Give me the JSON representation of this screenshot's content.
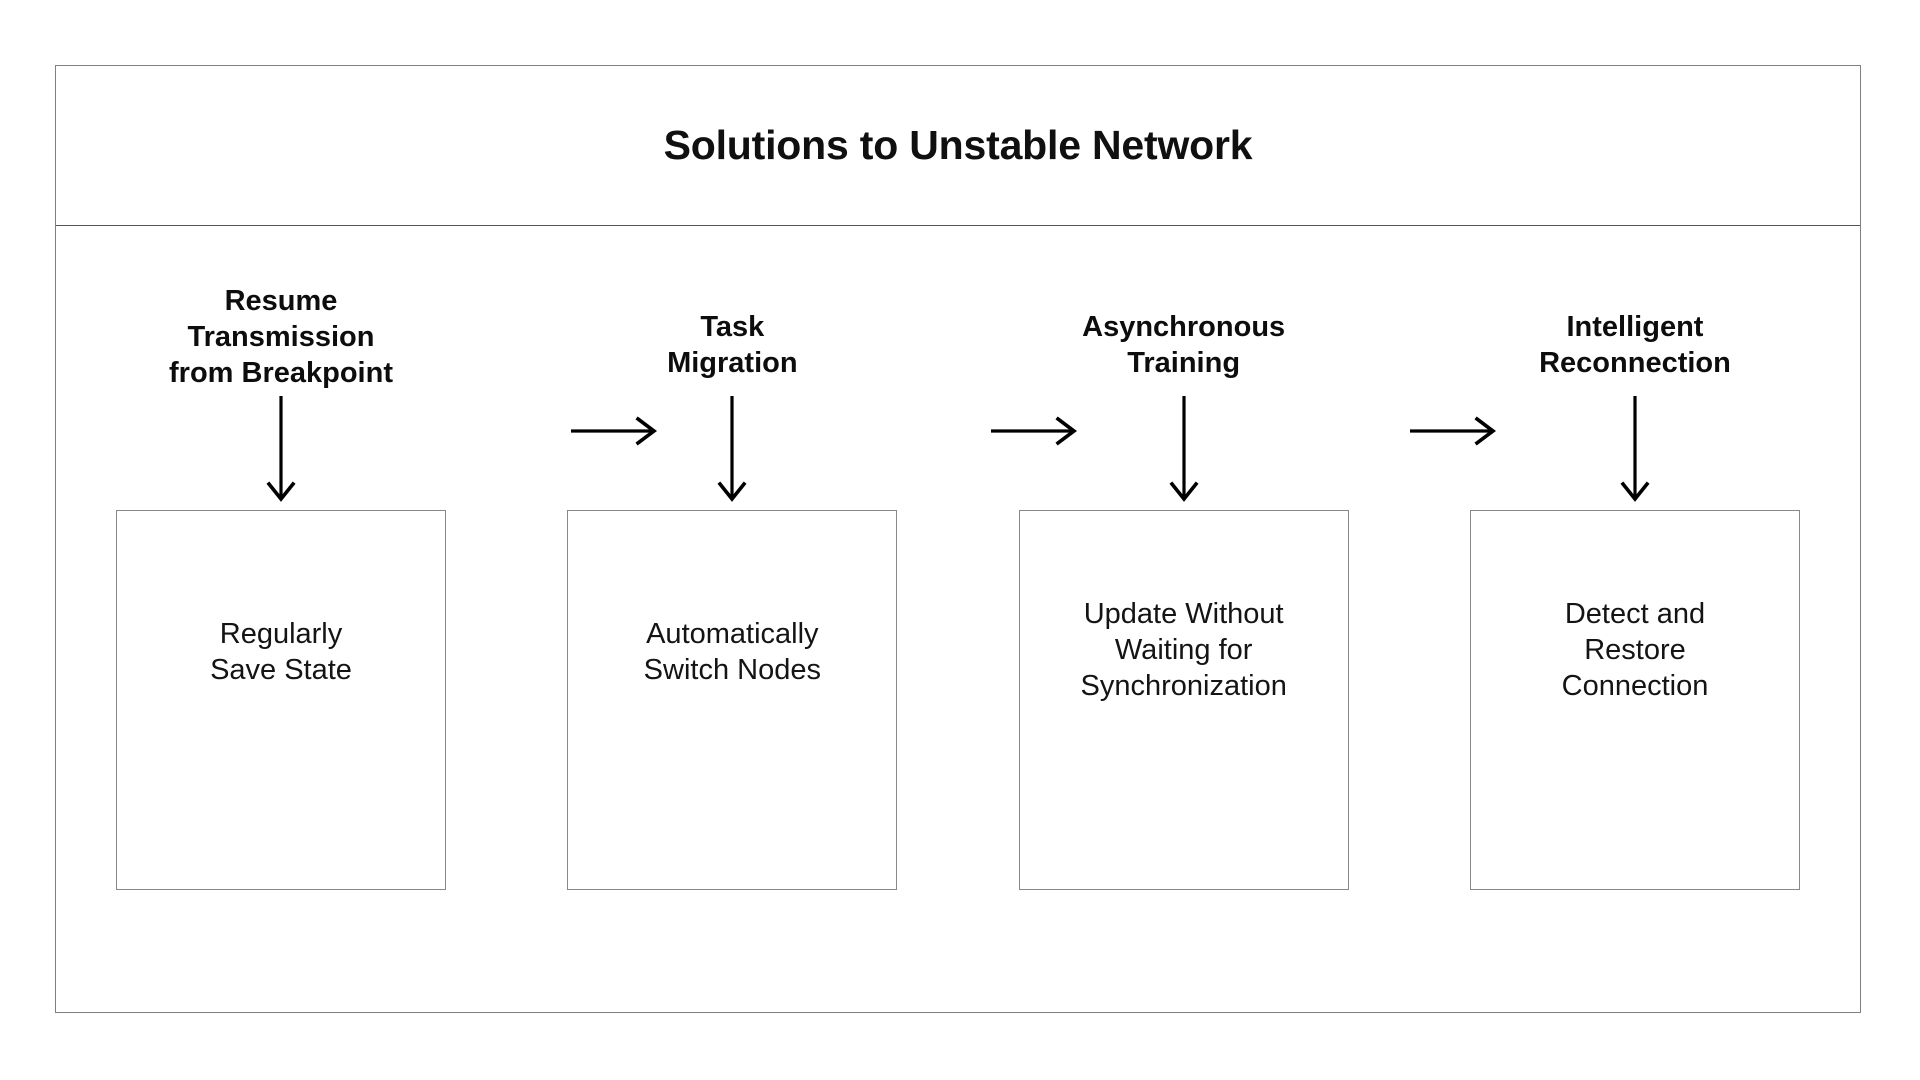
{
  "diagram": {
    "title": "Solutions to Unstable Network",
    "columns": [
      {
        "header": "Resume\nTransmission\nfrom Breakpoint",
        "header_lines": [
          "Resume",
          "Transmission",
          "from Breakpoint"
        ],
        "detail_lines": [
          "Regularly",
          "Save State"
        ],
        "detail": "Regularly Save State"
      },
      {
        "header": "Task\nMigration",
        "header_lines": [
          "Task",
          "Migration"
        ],
        "detail_lines": [
          "Automatically",
          "Switch Nodes"
        ],
        "detail": "Automatically Switch Nodes"
      },
      {
        "header": "Asynchronous\nTraining",
        "header_lines": [
          "Asynchronous",
          "Training"
        ],
        "detail_lines": [
          "Update Without",
          "Waiting for",
          "Synchronization"
        ],
        "detail": "Update Without Waiting for Synchronization"
      },
      {
        "header": "Intelligent\nReconnection",
        "header_lines": [
          "Intelligent",
          "Reconnection"
        ],
        "detail_lines": [
          "Detect and",
          "Restore",
          "Connection"
        ],
        "detail": "Detect and Restore Connection"
      }
    ],
    "connectors": {
      "horizontal_count": 3,
      "vertical_count": 4,
      "direction_horizontal": "right",
      "direction_vertical": "down"
    },
    "colors": {
      "frame_border": "#808080",
      "title_divider": "#555555",
      "box_border": "#888888",
      "text": "#111111",
      "background": "#ffffff",
      "arrow": "#000000"
    }
  }
}
